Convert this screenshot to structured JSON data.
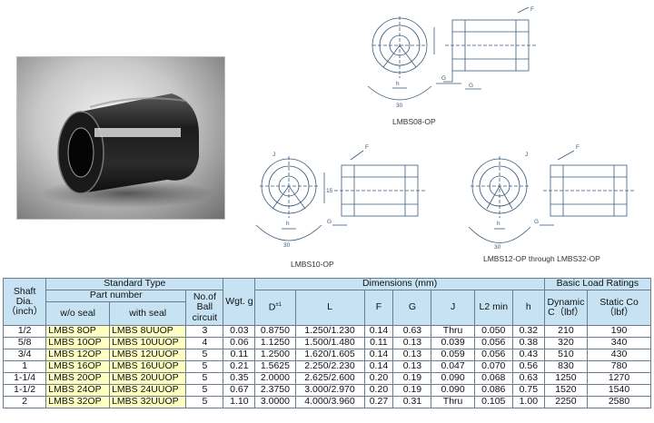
{
  "drawings": {
    "label_top": "LMBS08-OP",
    "label_left": "LMBS10-OP",
    "label_right": "LMBS12-OP through LMBS32-OP",
    "dim_30": "30",
    "dim_15": "15",
    "dim_f": "F",
    "dim_j": "J",
    "dim_h": "h",
    "dim_g": "G"
  },
  "table": {
    "headers": {
      "shaft_dia": "Shaft Dia. （inch）",
      "standard_type": "Standard Type",
      "dimensions": "Dimensions (mm)",
      "basic_load": "Basic Load Ratings",
      "part_number": "Part number",
      "wo_seal": "w/o seal",
      "with_seal": "with seal",
      "ball_circuit": "No.of Ball circuit",
      "wgt": "Wgt. g",
      "d": "D",
      "d_sup": "±1",
      "l": "L",
      "f": "F",
      "g": "G",
      "j": "J",
      "l2": "L2 min",
      "h": "h",
      "dynamic": "Dynamic C（lbf）",
      "static": "Static Co（lbf）"
    },
    "rows": [
      [
        "1/2",
        "LMBS 8OP",
        "LMBS 8UUOP",
        "3",
        "0.03",
        "0.8750",
        "1.250/1.230",
        "0.14",
        "0.63",
        "Thru",
        "0.050",
        "0.32",
        "210",
        "190"
      ],
      [
        "5/8",
        "LMBS 10OP",
        "LMBS 10UUOP",
        "4",
        "0.06",
        "1.1250",
        "1.500/1.480",
        "0.11",
        "0.13",
        "0.039",
        "0.056",
        "0.38",
        "320",
        "340"
      ],
      [
        "3/4",
        "LMBS 12OP",
        "LMBS 12UUOP",
        "5",
        "0.11",
        "1.2500",
        "1.620/1.605",
        "0.14",
        "0.13",
        "0.059",
        "0.056",
        "0.43",
        "510",
        "430"
      ],
      [
        "1",
        "LMBS 16OP",
        "LMBS 16UUOP",
        "5",
        "0.21",
        "1.5625",
        "2.250/2.230",
        "0.14",
        "0.13",
        "0.047",
        "0.070",
        "0.56",
        "830",
        "780"
      ],
      [
        "1-1/4",
        "LMBS 20OP",
        "LMBS 20UUOP",
        "5",
        "0.35",
        "2.0000",
        "2.625/2.600",
        "0.20",
        "0.19",
        "0.090",
        "0.068",
        "0.63",
        "1250",
        "1270"
      ],
      [
        "1-1/2",
        "LMBS 24OP",
        "LMBS 24UUOP",
        "5",
        "0.67",
        "2.3750",
        "3.000/2.970",
        "0.20",
        "0.19",
        "0.090",
        "0.086",
        "0.75",
        "1520",
        "1540"
      ],
      [
        "2",
        "LMBS 32OP",
        "LMBS 32UUOP",
        "5",
        "1.10",
        "3.0000",
        "4.000/3.960",
        "0.27",
        "0.31",
        "Thru",
        "0.105",
        "1.00",
        "2250",
        "2580"
      ]
    ]
  }
}
